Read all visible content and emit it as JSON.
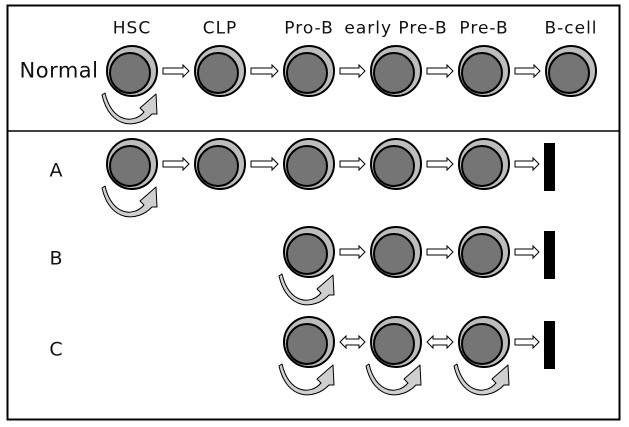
{
  "stages": [
    "HSC",
    "CLP",
    "Pro-B",
    "early Pre-B",
    "Pre-B",
    "B-cell"
  ],
  "rows": [
    {
      "label": "Normal",
      "cells": [
        0,
        1,
        2,
        3,
        4,
        5
      ],
      "links": [
        "forward",
        "forward",
        "forward",
        "forward",
        "forward"
      ],
      "self_renewal": [
        0
      ],
      "terminal_block": false
    },
    {
      "label": "A",
      "cells": [
        0,
        1,
        2,
        3,
        4
      ],
      "links": [
        "forward",
        "forward",
        "forward",
        "forward"
      ],
      "self_renewal": [
        0
      ],
      "terminal_block": true
    },
    {
      "label": "B",
      "cells": [
        2,
        3,
        4
      ],
      "links": [
        "forward",
        "forward"
      ],
      "self_renewal": [
        2
      ],
      "terminal_block": true
    },
    {
      "label": "C",
      "cells": [
        2,
        3,
        4
      ],
      "links": [
        "both",
        "both"
      ],
      "self_renewal": [
        2,
        3,
        4
      ],
      "terminal_block": true
    }
  ],
  "colors": {
    "cell_outer": "#bdbdbd",
    "cell_inner": "#757575",
    "stroke": "#000000",
    "arrow_fill": "#ffffff",
    "self_arrow_fill": "#cfcfcf",
    "block": "#000000",
    "frame": "#000000"
  }
}
